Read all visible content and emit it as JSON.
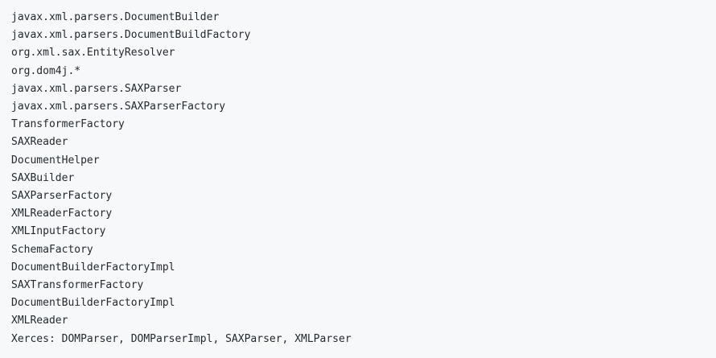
{
  "code_block": {
    "lines": [
      "javax.xml.parsers.DocumentBuilder",
      "javax.xml.parsers.DocumentBuildFactory",
      "org.xml.sax.EntityResolver",
      "org.dom4j.*",
      "javax.xml.parsers.SAXParser",
      "javax.xml.parsers.SAXParserFactory",
      "TransformerFactory",
      "SAXReader",
      "DocumentHelper",
      "SAXBuilder",
      "SAXParserFactory",
      "XMLReaderFactory",
      "XMLInputFactory",
      "SchemaFactory",
      "DocumentBuilderFactoryImpl",
      "SAXTransformerFactory",
      "DocumentBuilderFactoryImpl",
      "XMLReader",
      "Xerces: DOMParser, DOMParserImpl, SAXParser, XMLParser"
    ]
  }
}
